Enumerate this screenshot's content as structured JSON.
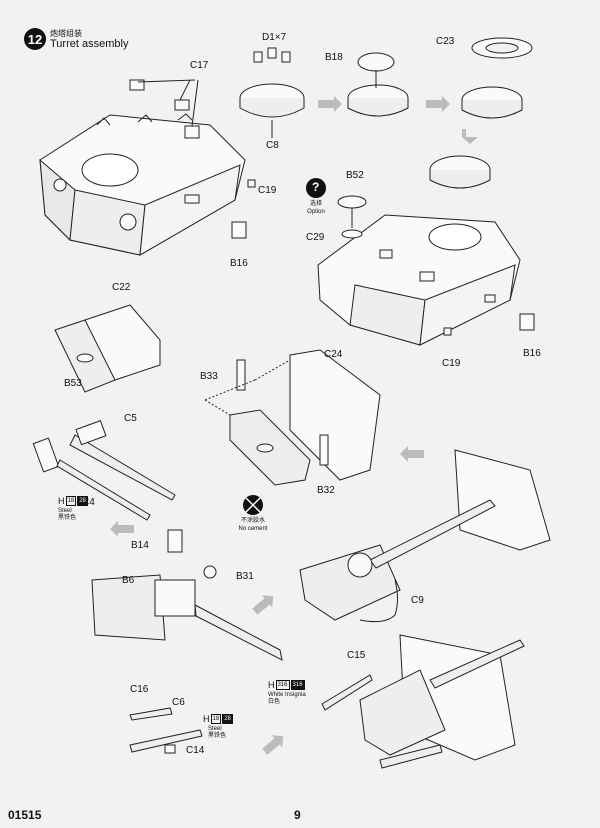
{
  "step": {
    "number": "12",
    "title_cn": "炮塔组装",
    "title_en": "Turret assembly"
  },
  "parts": {
    "c17": "C17",
    "c19_a": "C19",
    "b16_a": "B16",
    "d1x7": "D1×7",
    "c8": "C8",
    "b18": "B18",
    "c23": "C23",
    "b52": "B52",
    "c29": "C29",
    "c19_b": "C19",
    "b16_b": "B16",
    "c22": "C22",
    "b53": "B53",
    "c24": "C24",
    "b33": "B33",
    "b32": "B32",
    "c5": "C5",
    "c4": "C4",
    "b14": "B14",
    "b6": "B6",
    "b31": "B31",
    "c9": "C9",
    "c15": "C15",
    "c16": "C16",
    "c6": "C6",
    "c14": "C14"
  },
  "notes": {
    "option_symbol": "?",
    "option_cn": "选择",
    "option_en": "Option",
    "no_cement_cn": "不涂胶水",
    "no_cement_en": "No cement"
  },
  "paints": {
    "steel_a": {
      "letter": "H",
      "code1": "18",
      "code2": "28",
      "en": "Steel",
      "cn": "黑铁色"
    },
    "white": {
      "letter": "H",
      "code1": "316",
      "code2": "316",
      "en": "White Insignia",
      "cn": "白色"
    },
    "steel_b": {
      "letter": "H",
      "code1": "18",
      "code2": "28",
      "en": "Steel",
      "cn": "黑铁色"
    }
  },
  "footer": {
    "kit_code": "01515",
    "page": "9"
  }
}
